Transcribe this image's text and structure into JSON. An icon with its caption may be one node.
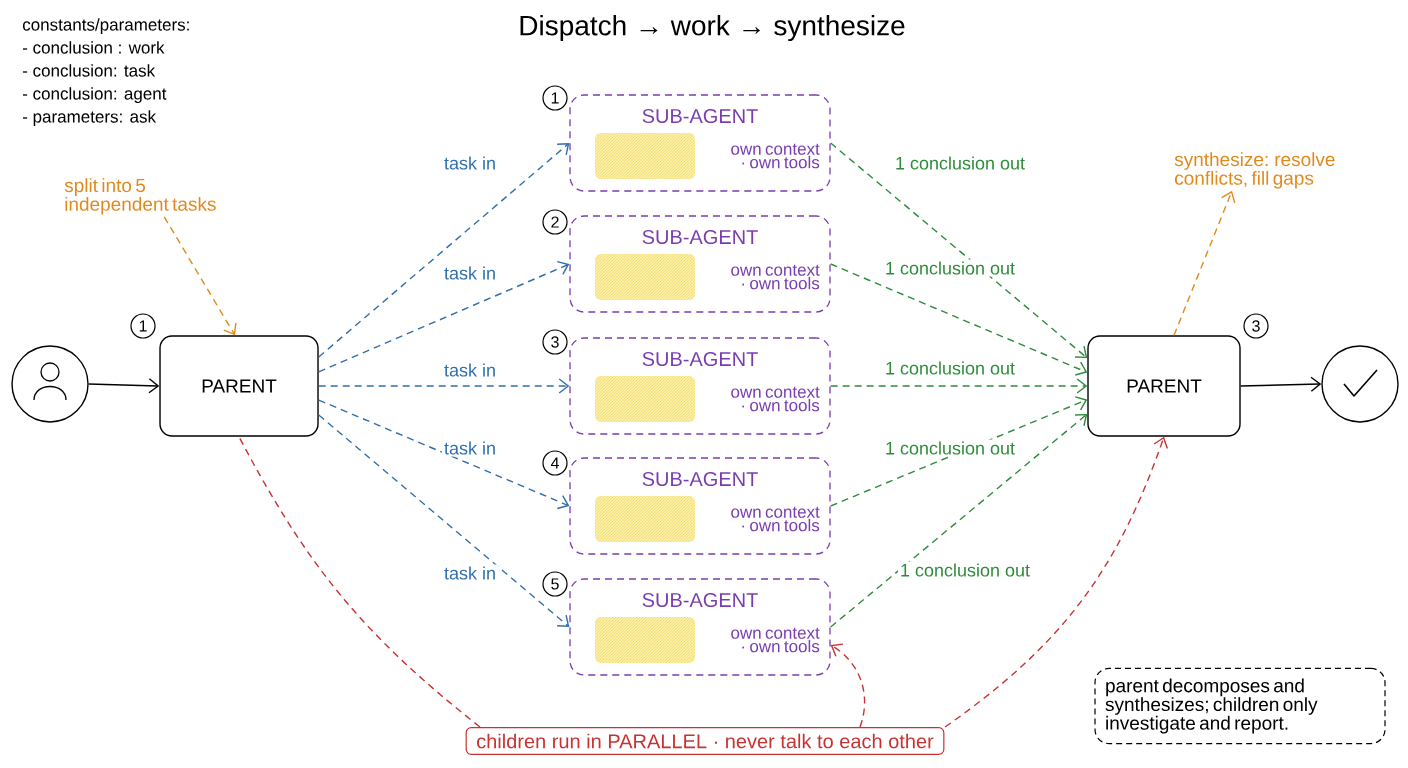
{
  "diagram": {
    "title": "Dispatch → work → synthesize",
    "nodes": [
      {
        "text": [],
        "shape": "person"
      },
      {
        "text": [
          "PARENT"
        ]
      },
      {
        "text": [
          "SUB-AGENT",
          "own context · own tools"
        ]
      },
      {
        "text": [
          "SUB-AGENT",
          "own context · own tools"
        ]
      },
      {
        "text": [
          "SUB-AGENT",
          "own context · own tools"
        ]
      },
      {
        "text": [
          "SUB-AGENT",
          "own context · own tools"
        ]
      },
      {
        "text": [
          "SUB-AGENT",
          "own context · own tools"
        ]
      },
      {
        "text": [
          "PARENT"
        ]
      },
      {
        "text": [],
        "shape": "circle"
      },
      {
        "text": [
          "split into 5 independent tasks"
        ]
      },
      {
        "text": [
          "synthesize: resolve conflicts, fill gaps"
        ]
      },
      {
        "text": [
          "children run in PARALLEL · never talk to each other"
        ]
      },
      {
        "text": [
          "parent decomposes and synthesizes; children only investigate and report."
        ]
      }
    ],
    "edges": [
      {
        "from": 0,
        "to": 1,
        "arrow": "to",
        "color": "#000000"
      },
      {
        "from": 1,
        "to": 2,
        "arrow": "to",
        "label": "task in",
        "style": "dashed",
        "color": "#2f6fad"
      },
      {
        "from": 1,
        "to": 3,
        "arrow": "to",
        "label": "task in",
        "style": "dashed",
        "color": "#2f6fad"
      },
      {
        "from": 1,
        "to": 4,
        "arrow": "to",
        "label": "task in",
        "style": "dashed",
        "color": "#2f6fad"
      },
      {
        "from": 1,
        "to": 5,
        "arrow": "to",
        "label": "task in",
        "style": "dashed",
        "color": "#2f6fad"
      },
      {
        "from": 1,
        "to": 6,
        "arrow": "to",
        "label": "task in",
        "style": "dashed",
        "color": "#2f6fad"
      },
      {
        "from": 2,
        "to": 7,
        "arrow": "to",
        "label": "1 conclusion out",
        "style": "dashed",
        "color": "#2e8b3a"
      },
      {
        "from": 3,
        "to": 7,
        "arrow": "to",
        "label": "1 conclusion out",
        "style": "dashed",
        "color": "#2e8b3a"
      },
      {
        "from": 4,
        "to": 7,
        "arrow": "to",
        "label": "1 conclusion out",
        "style": "dashed",
        "color": "#2e8b3a"
      },
      {
        "from": 5,
        "to": 7,
        "arrow": "to",
        "label": "1 conclusion out",
        "style": "dashed",
        "color": "#2e8b3a"
      },
      {
        "from": 6,
        "to": 7,
        "arrow": "to",
        "label": "1 conclusion out",
        "style": "dashed",
        "color": "#2e8b3a"
      },
      {
        "from": 7,
        "to": 8,
        "arrow": "to",
        "color": "#000000"
      },
      {
        "from": 9,
        "to": 1,
        "arrow": "to",
        "style": "dashed",
        "color": "#e08a1e"
      },
      {
        "from": 7,
        "to": 10,
        "arrow": "to",
        "style": "dashed",
        "color": "#e08a1e"
      },
      {
        "from": 11,
        "to": 1,
        "arrow": "none",
        "style": "dashed",
        "color": "#c83232"
      },
      {
        "from": 11,
        "to": 6,
        "arrow": "to",
        "style": "dashed",
        "color": "#c83232"
      },
      {
        "from": 11,
        "to": 7,
        "arrow": "to",
        "style": "dashed",
        "color": "#c83232"
      }
    ],
    "labels": [
      "constants/parameters:",
      "- conclusion : work",
      "- conclusion: task",
      "- conclusion: agent",
      "- parameters: ask",
      "1",
      "1",
      "2",
      "3",
      "4",
      "5",
      "3"
    ]
  }
}
